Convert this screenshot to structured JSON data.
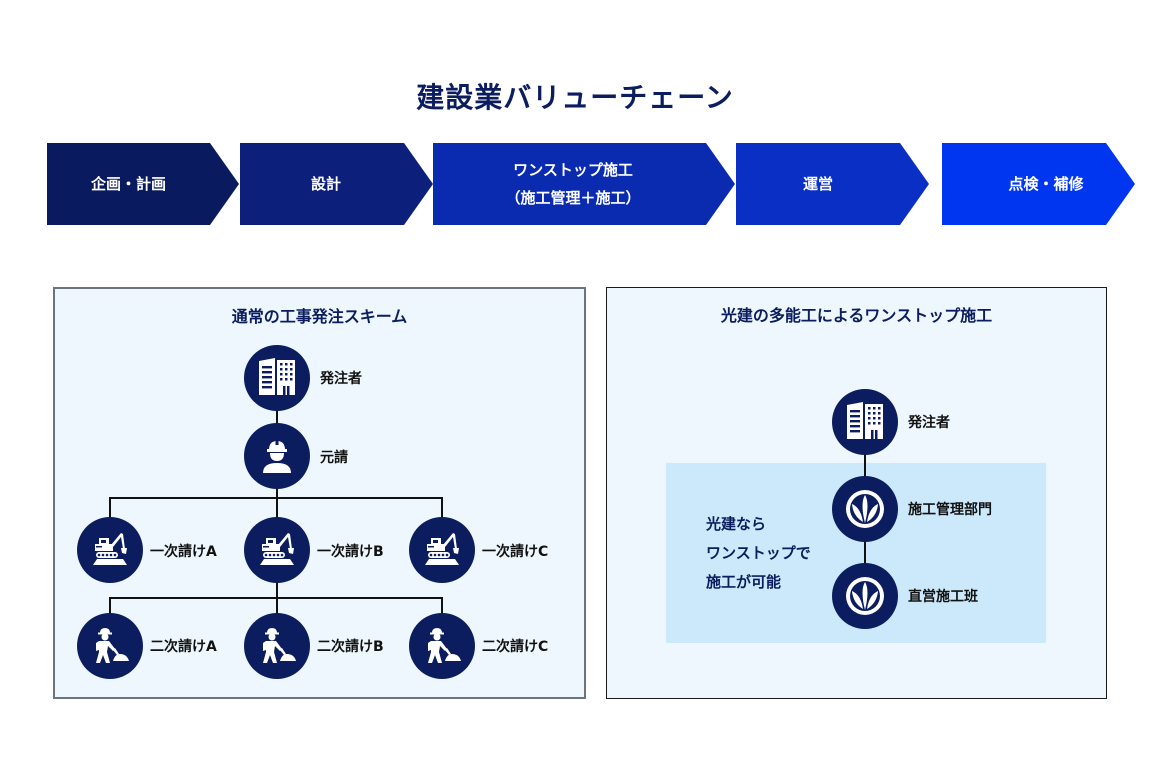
{
  "title": "建設業バリューチェーン",
  "value_chain": {
    "steps": [
      {
        "lines": [
          "企画・計画"
        ],
        "color": "#0a1a5e"
      },
      {
        "lines": [
          "設計"
        ],
        "color": "#0c1f7a"
      },
      {
        "lines": [
          "ワンストップ施工",
          "（施工管理＋施工）"
        ],
        "color": "#0a2bb0"
      },
      {
        "lines": [
          "運営"
        ],
        "color": "#0a2fc4"
      },
      {
        "lines": [
          "点検・補修"
        ],
        "color": "#0036f0"
      }
    ]
  },
  "left_panel": {
    "title": "通常の工事発注スキーム",
    "orderer": {
      "label": "発注者",
      "icon": "building-icon"
    },
    "prime": {
      "label": "元請",
      "icon": "worker-helmet-icon"
    },
    "first_tier": [
      {
        "label": "一次請けA",
        "icon": "excavator-icon"
      },
      {
        "label": "一次請けB",
        "icon": "excavator-icon"
      },
      {
        "label": "一次請けC",
        "icon": "excavator-icon"
      }
    ],
    "second_tier": [
      {
        "label": "二次請けA",
        "icon": "digging-worker-icon"
      },
      {
        "label": "二次請けB",
        "icon": "digging-worker-icon"
      },
      {
        "label": "二次請けC",
        "icon": "digging-worker-icon"
      }
    ]
  },
  "right_panel": {
    "title": "光建の多能工によるワンストップ施工",
    "orderer": {
      "label": "発注者",
      "icon": "building-icon"
    },
    "management": {
      "label": "施工管理部門",
      "icon": "company-logo-icon"
    },
    "crew": {
      "label": "直営施工班",
      "icon": "company-logo-icon"
    },
    "highlight_lines": [
      "光建なら",
      "ワンストップで",
      "施工が可能"
    ]
  },
  "colors": {
    "navy": "#0b1d5e",
    "panel_bg": "#edf7fd",
    "highlight_bg": "#cbe9fb"
  }
}
